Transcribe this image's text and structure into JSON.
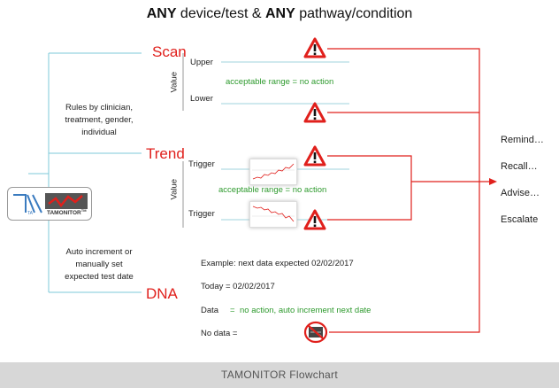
{
  "title": {
    "prefix_bold": "ANY",
    "part1": " device/test & ",
    "mid_bold": "ANY",
    "part2": " pathway/condition"
  },
  "stages": {
    "scan": "Scan",
    "trend": "Trend",
    "dna": "DNA"
  },
  "left_notes": {
    "rules": [
      "Rules by clinician,",
      "treatment, gender,",
      "individual"
    ],
    "auto": [
      "Auto increment or",
      "manually set",
      "expected test date"
    ]
  },
  "scan": {
    "value_label": "Value",
    "upper": "Upper",
    "lower": "Lower",
    "range_text": "acceptable range = no action"
  },
  "trend": {
    "value_label": "Value",
    "trigger_top": "Trigger",
    "trigger_bottom": "Trigger",
    "range_text": "acceptable range = no action"
  },
  "dna": {
    "example": "Example: next data expected 02/02/2017",
    "today": "Today = 02/02/2017",
    "data_label": "Data",
    "data_eq": "=",
    "data_result": "no action, auto increment next date",
    "no_data": "No data ="
  },
  "actions": [
    "Remind…",
    "Recall…",
    "Advise…",
    "Escalate"
  ],
  "logo": {
    "text": "TAMONITOR",
    "tm": "TM",
    "sub": "TA"
  },
  "footer": "TAMONITOR Flowchart",
  "colors": {
    "alert": "#e0201c",
    "range": "#2e9a2e",
    "connector": "#7ec8d8",
    "footer_bg": "#d7d7d7"
  },
  "icons": [
    "warning-icon",
    "no-data-stop-icon",
    "tamonitor-logo"
  ]
}
